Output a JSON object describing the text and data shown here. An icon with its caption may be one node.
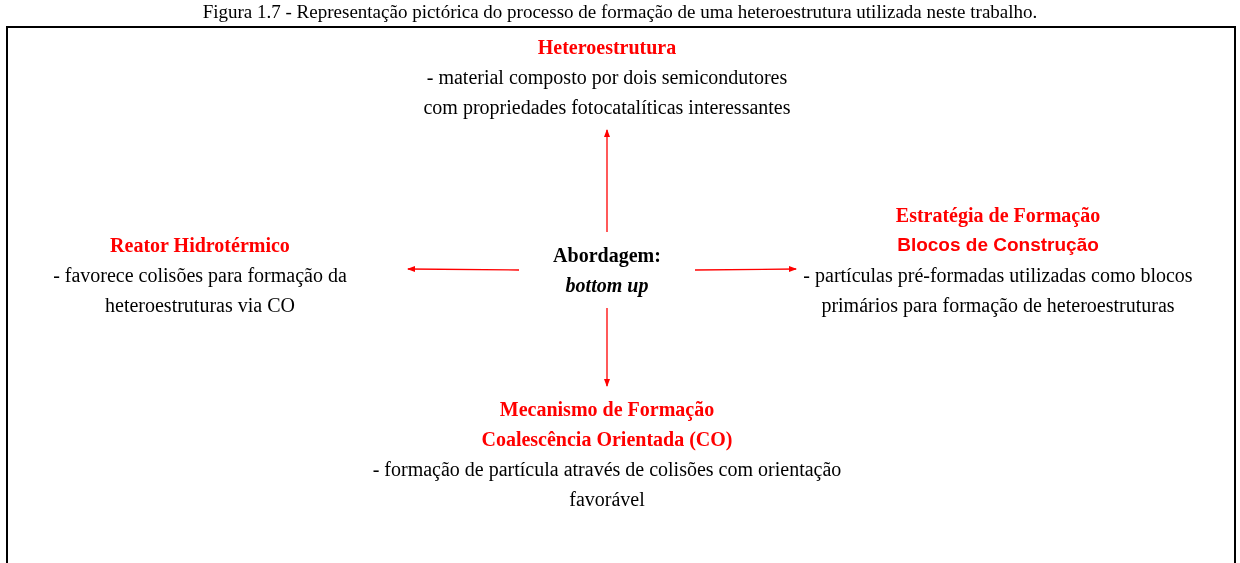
{
  "diagram": {
    "title": "Figura 1.7 - Representação pictórica do processo de formação de uma heteroestrutura utilizada neste trabalho.",
    "nodes": [
      {
        "text": [
          "Heteroestrutura",
          "- material composto por dois semicondutores com propriedades fotocatalíticas interessantes"
        ]
      },
      {
        "text": [
          "Reator Hidrotérmico",
          "- favorece colisões para formação da heteroestruturas via CO"
        ]
      },
      {
        "text": [
          "Abordagem:",
          "bottom up"
        ]
      },
      {
        "text": [
          "Estratégia de Formação",
          "Blocos de Construção",
          "- partículas pré-formadas utilizadas como blocos primários para formação de heteroestruturas"
        ]
      },
      {
        "text": [
          "Mecanismo de Formação",
          "Coalescência Orientada (CO)",
          "- formação de partícula através de colisões com orientação favorável"
        ]
      }
    ],
    "edges": [
      {
        "from": 2,
        "to": 0,
        "arrow": "to"
      },
      {
        "from": 2,
        "to": 1,
        "arrow": "to"
      },
      {
        "from": 2,
        "to": 3,
        "arrow": "to"
      },
      {
        "from": 2,
        "to": 4,
        "arrow": "to"
      }
    ]
  }
}
